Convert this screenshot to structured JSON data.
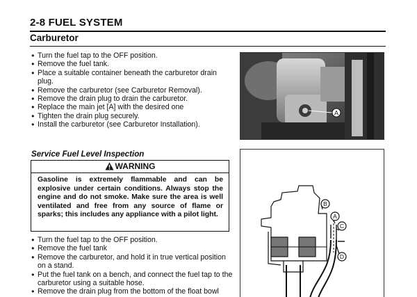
{
  "header": {
    "title": "2-8 FUEL SYSTEM"
  },
  "section": {
    "title": "Carburetor"
  },
  "steps_top": [
    "Turn the fuel tap to the OFF position.",
    "Remove the fuel tank.",
    "Place a suitable container beneath the carburetor drain plug.",
    "Remove the carburetor (see Carburetor Removal).",
    "Remove the drain plug to drain the carburetor.",
    "Replace the main jet [A] with the desired one",
    "Tighten the drain plug securely.",
    "Install the carburetor (see Carburetor Installation)."
  ],
  "subsection": {
    "title": "Service Fuel Level Inspection"
  },
  "warning": {
    "label": "WARNING",
    "text": "Gasoline is extremely flammable and can be explosive under certain conditions. Always stop the engine and do not smoke. Make sure the area is well ventilated and free from any source of flame or sparks; this includes any appliance with a pilot light."
  },
  "steps_bottom": [
    "Turn the fuel tap to the OFF position.",
    "Remove the fuel tank",
    "Remove the carburetor, and hold it in true vertical position on a stand.",
    "Put the fuel tank on a bench, and connect the fuel tap to the carburetor using a suitable hose.",
    "Remove the drain plug from the bottom of the float bowl"
  ],
  "figures": {
    "photo_callouts": [
      "A"
    ],
    "diagram_callouts": [
      "B",
      "A",
      "C",
      "D"
    ]
  }
}
